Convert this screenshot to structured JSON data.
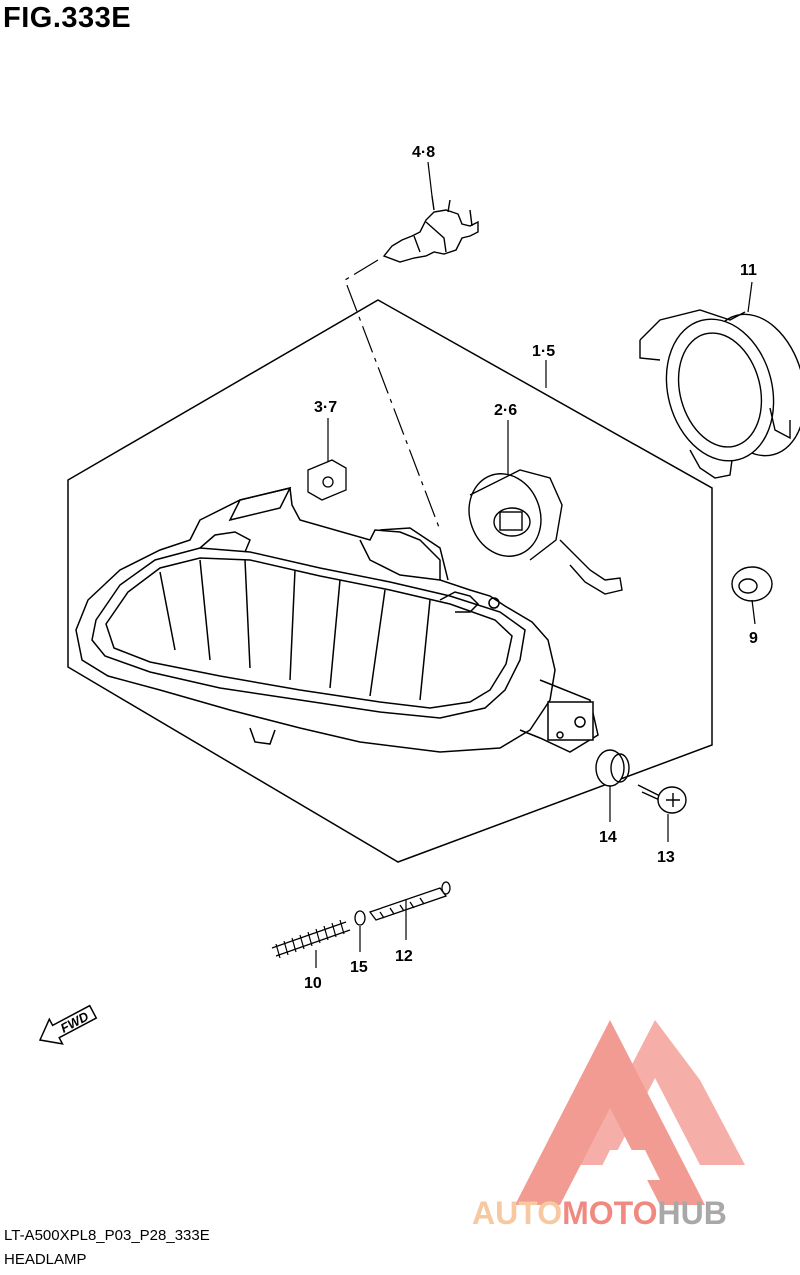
{
  "figure": {
    "title": "FIG.333E",
    "code": "LT-A500XPL8_P03_P28_333E",
    "name": "HEADLAMP"
  },
  "labels": {
    "p48": "4·8",
    "p11": "11",
    "p15a": "1·5",
    "p37": "3·7",
    "p26": "2·6",
    "p9": "9",
    "p14": "14",
    "p13": "13",
    "p12": "12",
    "p10": "10",
    "p15": "15"
  },
  "fwd": "FWD",
  "watermark": {
    "part1": "AUTO",
    "part2": "MOTO",
    "part3": "HUB"
  },
  "colors": {
    "line": "#000000",
    "logo_red": "#f08a80",
    "logo_orange": "#f6c9a0",
    "logo_gray": "#a8a8a8"
  }
}
